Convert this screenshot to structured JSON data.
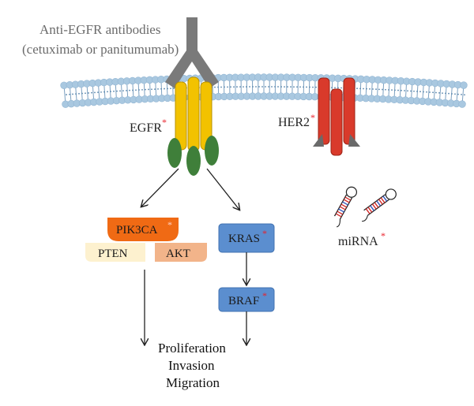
{
  "antibody": {
    "line1": "Anti-EGFR antibodies",
    "line2": "(cetuximab or panitumumab)"
  },
  "receptors": {
    "egfr": "EGFR",
    "her2": "HER2"
  },
  "nodes": {
    "pik3ca": "PIK3CA",
    "pten": "PTEN",
    "akt": "AKT",
    "kras": "KRAS",
    "braf": "BRAF"
  },
  "mirna": "miRNA",
  "star": "*",
  "outcomes": [
    "Proliferation",
    "Invasion",
    "Migration"
  ],
  "colors": {
    "membrane": "#a9c8e0",
    "membrane_dot": "#5a87ad",
    "antibody": "#7a7a7a",
    "egfr_rod": "#f2c200",
    "egfr_domain": "#3f7f3a",
    "her2_rod": "#d93a2b",
    "her2_foot": "#6a6a6a",
    "pik3ca": "#f06a14",
    "pten": "#fdf1cf",
    "akt": "#f2b48a",
    "kras_braf": "#5b8ecf",
    "star": "#e8202a"
  }
}
